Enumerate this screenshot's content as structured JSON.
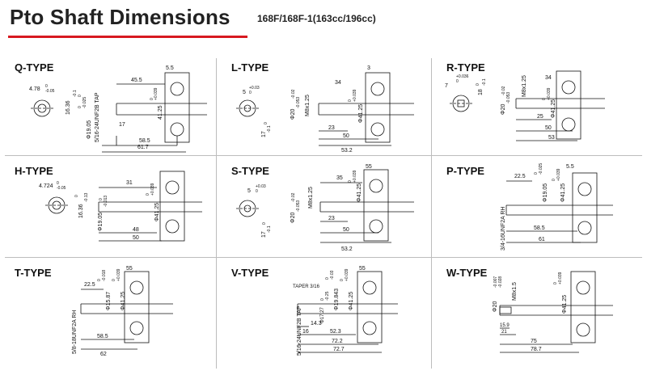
{
  "header": {
    "title": "Pto Shaft Dimensions",
    "subtitle": "168F/168F-1(163cc/196cc)",
    "accent_color": "#d71920"
  },
  "panels": [
    {
      "type": "Q-TYPE",
      "end_view": {
        "d1": "4.78",
        "d1_tol": "-0.05",
        "d1_tol2": "0",
        "d2": "16.36",
        "d2_tol": "-0.1",
        "d2_tol2": "0"
      },
      "dims": {
        "d_a": "Φ19.05",
        "d_a_tol": "-0.025",
        "d_a_tol2": "0",
        "thread": "5/16-24UNF2B TAP",
        "d_b": "41.25",
        "d_b_tol": "+0.039",
        "d_b_tol2": "0",
        "top_a": "45.5",
        "top_b": "5.5",
        "bot_a": "17",
        "bot_b": "58.5",
        "bot_c": "61.7"
      }
    },
    {
      "type": "L-TYPE",
      "end_view": {
        "d1": "5",
        "d1_tol": "+0.03",
        "d1_tol2": "0",
        "d2": "17",
        "d2_tol": "-0.1",
        "d2_tol2": "0"
      },
      "dims": {
        "d_a": "Φ20",
        "d_a_tol": "-0.053",
        "d_a_tol2": "-0.02",
        "thread": "M8x1.25",
        "d_b": "Φ41.25",
        "d_b_tol": "+0.039",
        "d_b_tol2": "0",
        "top_a": "34",
        "top_b": "3",
        "bot_a": "23",
        "bot_b": "50",
        "bot_c": "53.2"
      }
    },
    {
      "type": "R-TYPE",
      "end_view": {
        "d1": "7",
        "d1_tol": "+0.036",
        "d1_tol2": "0",
        "d2": "18",
        "d2_tol": "-0.1",
        "d2_tol2": "0"
      },
      "dims": {
        "d_a": "Φ20",
        "d_a_tol": "-0.053",
        "d_a_tol2": "-0.02",
        "thread": "M8x1.25",
        "d_b": "Φ41.25",
        "d_b_tol": "+0.039",
        "d_b_tol2": "0",
        "top_a": "34",
        "bot_a": "25",
        "bot_b": "50",
        "bot_c": "53"
      }
    },
    {
      "type": "H-TYPE",
      "end_view": {
        "d1": "4.724",
        "d1_tol": "-0.05",
        "d1_tol2": "0",
        "d2": "16.36",
        "d2_tol": "-0.13",
        "d2_tol2": "0"
      },
      "dims": {
        "d_a": "Φ19.05",
        "d_a_tol": "-0.013",
        "d_a_tol2": "0",
        "d_b": "Φ41.25",
        "d_b_tol": "+0.039",
        "d_b_tol2": "0",
        "top_a": "31",
        "bot_a": "48",
        "bot_b": "50"
      }
    },
    {
      "type": "S-TYPE",
      "end_view": {
        "d1": "5",
        "d1_tol": "+0.03",
        "d1_tol2": "0",
        "d2": "17",
        "d2_tol": "-0.1",
        "d2_tol2": "0"
      },
      "dims": {
        "d_a": "Φ20",
        "d_a_tol": "-0.053",
        "d_a_tol2": "-0.02",
        "thread": "M8x1.25",
        "d_b": "Φ41.25",
        "d_b_tol": "+0.039",
        "d_b_tol2": "0",
        "top_a": "35",
        "top_b": "55",
        "bot_a": "23",
        "bot_b": "50",
        "bot_c": "53.2"
      }
    },
    {
      "type": "P-TYPE",
      "dims": {
        "d_a": "Φ19.05",
        "d_a_tol": "-0.025",
        "d_a_tol2": "0",
        "thread": "3/4-16UNF2A RH",
        "d_b": "Φ41.25",
        "d_b_tol": "+0.039",
        "d_b_tol2": "0",
        "top_a": "22.5",
        "top_b": "5.5",
        "bot_a": "58.5",
        "bot_b": "61"
      }
    },
    {
      "type": "T-TYPE",
      "dims": {
        "d_a": "Φ15.87",
        "d_a_tol": "-0.018",
        "d_a_tol2": "0",
        "thread": "5/8-18UNF2A RH",
        "d_b": "Φ41.25",
        "d_b_tol": "+0.039",
        "d_b_tol2": "0",
        "top_a": "22.5",
        "top_b": "55",
        "bot_a": "58.5",
        "bot_b": "62"
      }
    },
    {
      "type": "V-TYPE",
      "dims": {
        "taper": "TAPER 3/16",
        "thread": "5/16-24UNF2B TAP",
        "d_a": "Φ19.843",
        "d_a_tol": "-0.03",
        "d_a_tol2": "0",
        "d_c": "Φ17.27",
        "d_c_tol": "-0.25",
        "d_c_tol2": "0",
        "d_b": "Φ41.25",
        "d_b_tol": "+0.039",
        "d_b_tol2": "0",
        "top_b": "55",
        "mid_a": "14.3",
        "mid_b": "52.3",
        "bot_a": "16",
        "bot_b": "72.2",
        "bot_c": "72.7"
      }
    },
    {
      "type": "W-TYPE",
      "dims": {
        "d_a": "Φ20",
        "d_a_tol": "-0.028",
        "d_a_tol2": "-0.007",
        "thread": "M8x1.5",
        "d_b": "Φ41.25",
        "d_b_tol": "+0.039",
        "d_b_tol2": "0",
        "mid_a": "15.9",
        "mid_b": "21",
        "bot_a": "75",
        "bot_b": "78.7"
      }
    }
  ]
}
